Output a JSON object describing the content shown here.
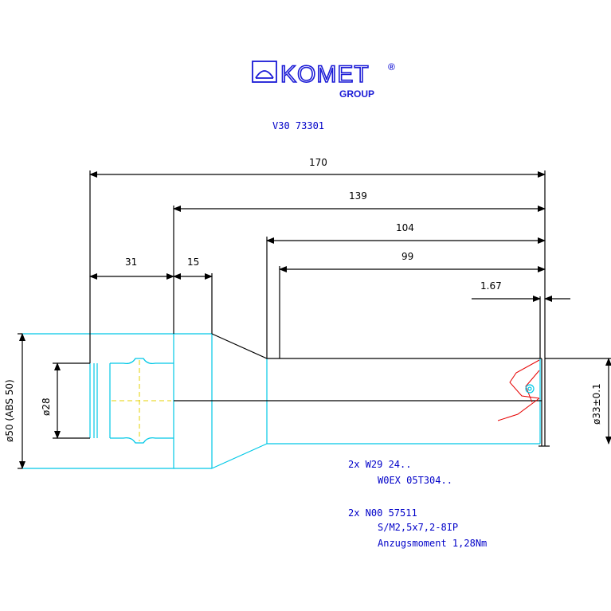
{
  "logo": {
    "name": "KOMET",
    "registered": "®",
    "sub": "GROUP"
  },
  "part_number": "V30 73301",
  "dimensions": {
    "d170": "170",
    "d139": "139",
    "d104": "104",
    "d99": "99",
    "d31": "31",
    "d15": "15",
    "d167": "1.67",
    "dia50": "ø50 (ABS 50)",
    "dia28": "ø28",
    "dia33": "ø33±0.1"
  },
  "notes": [
    "2x W29 24..",
    "W0EX 05T304..",
    "2x N00 57511",
    "S/M2,5x7,2-8IP",
    "Anzugsmoment 1,28Nm"
  ],
  "colors": {
    "outline": "#000000",
    "hidden": "#00c8e6",
    "center": "#e6d200",
    "insert": "#e60000",
    "text": "#0000c8"
  }
}
